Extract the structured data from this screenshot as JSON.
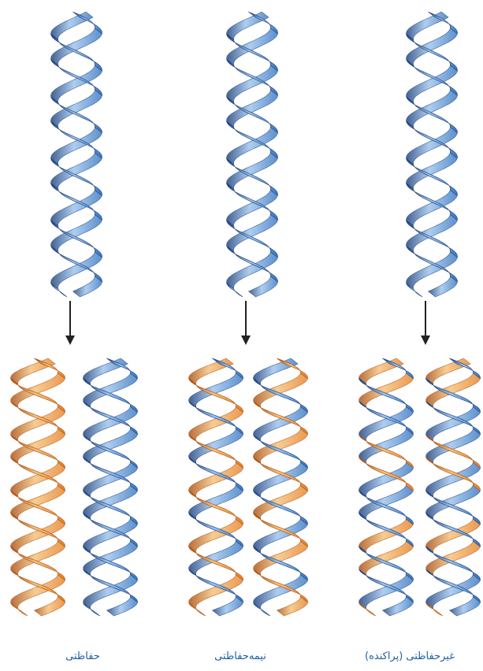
{
  "colors": {
    "parental_strand": "#3a78c2",
    "parental_strand_dark": "#1c3f7a",
    "parental_strand_light": "#9cc4ee",
    "new_strand": "#e8832a",
    "new_strand_dark": "#a84f12",
    "new_strand_light": "#f6c27a",
    "arrow": "#222222",
    "caption_text": "#1f5fa0"
  },
  "models": [
    {
      "caption": "حفاظتی",
      "daughters": [
        {
          "composition": "new-new"
        },
        {
          "composition": "old-old"
        }
      ]
    },
    {
      "caption": "نیمه‌حفاظتی",
      "daughters": [
        {
          "composition": "old-new"
        },
        {
          "composition": "new-old"
        }
      ]
    },
    {
      "caption": "غیرحفاظتی (پراکنده)",
      "daughters": [
        {
          "composition": "dispersed"
        },
        {
          "composition": "dispersed"
        }
      ]
    }
  ]
}
